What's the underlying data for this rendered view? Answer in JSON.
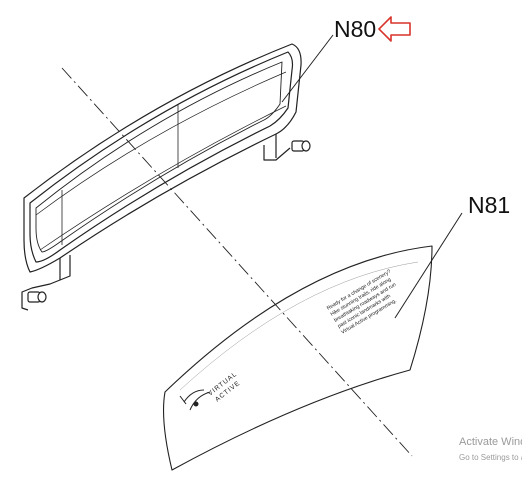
{
  "callouts": {
    "upper_part": "N80",
    "lower_part": "N81"
  },
  "arrow_color": "#d9342b",
  "sticker": {
    "lines": [
      "Ready for a change of scenery?",
      "Hike stunning trails, ride along",
      "breathtaking roadways and run",
      "past iconic landmarks with",
      "Virtual Active programming."
    ],
    "brand_line1": "VIRTUAL",
    "brand_line2": "ACTIVE"
  },
  "watermark": {
    "title": "Activate Windows",
    "subtitle": "Go to Settings to activate Windows."
  }
}
